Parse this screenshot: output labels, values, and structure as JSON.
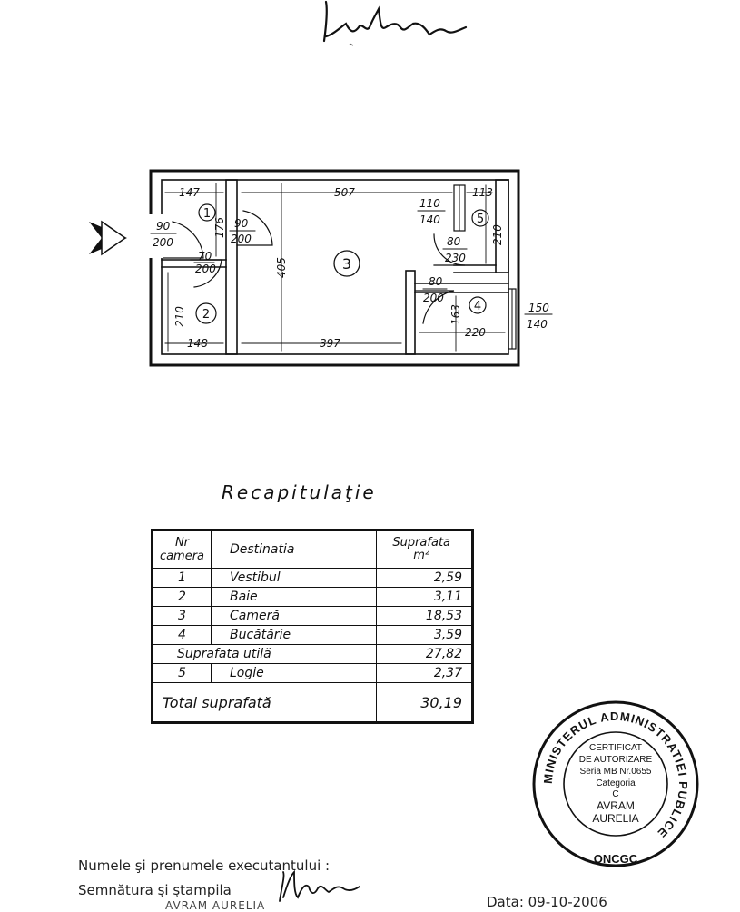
{
  "header_signature_text": "Adisl.u",
  "plan": {
    "dimensions": {
      "top_147": "147",
      "top_507": "507",
      "top_113": "113",
      "d_110_140_a": "110",
      "d_110_140_b": "140",
      "d_90_200_left_a": "90",
      "d_90_200_left_b": "200",
      "d_90_200_mid_a": "90",
      "d_90_200_mid_b": "200",
      "v_176": "176",
      "d_70_200_a": "70",
      "d_70_200_b": "200",
      "v_405": "405",
      "v_210_left": "210",
      "v_210_right": "210",
      "d_80_230_a": "80",
      "d_80_230_b": "230",
      "d_80_200_a": "80",
      "d_80_200_b": "200",
      "v_163": "163",
      "bot_148": "148",
      "bot_397": "397",
      "bot_220": "220",
      "d_150_140_a": "150",
      "d_150_140_b": "140"
    },
    "rooms": [
      "1",
      "2",
      "3",
      "4",
      "5"
    ]
  },
  "recap": {
    "title": "Recapitulaţie",
    "headers": {
      "nr_line1": "Nr",
      "nr_line2": "camera",
      "destinatia": "Destinatia",
      "suprafata_line1": "Suprafata",
      "suprafata_line2": "m²"
    },
    "rows": [
      {
        "nr": "1",
        "dest": "Vestibul",
        "sup": "2,59"
      },
      {
        "nr": "2",
        "dest": "Baie",
        "sup": "3,11"
      },
      {
        "nr": "3",
        "dest": "Cameră",
        "sup": "18,53"
      },
      {
        "nr": "4",
        "dest": "Bucătărie",
        "sup": "3,59"
      }
    ],
    "util": {
      "label": "Suprafata utilă",
      "sup": "27,82"
    },
    "logie": {
      "nr": "5",
      "dest": "Logie",
      "sup": "2,37"
    },
    "total": {
      "label": "Total suprafată",
      "sup": "30,19"
    }
  },
  "stamp": {
    "ring_text": "MINISTERUL ADMINISTRATIEI PUBLICE",
    "bottom_text": "ONCGC",
    "lines": [
      "CERTIFICAT",
      "DE AUTORIZARE",
      "Seria MB Nr.0655",
      "Categoria",
      "C",
      "AVRAM",
      "AURELIA"
    ]
  },
  "footer": {
    "line1": "Numele şi prenumele executantului :",
    "line2": "Semnătura şi ştampila",
    "date": "Data: 09-10-2006",
    "name_cut": "AVRAM AURELIA"
  }
}
